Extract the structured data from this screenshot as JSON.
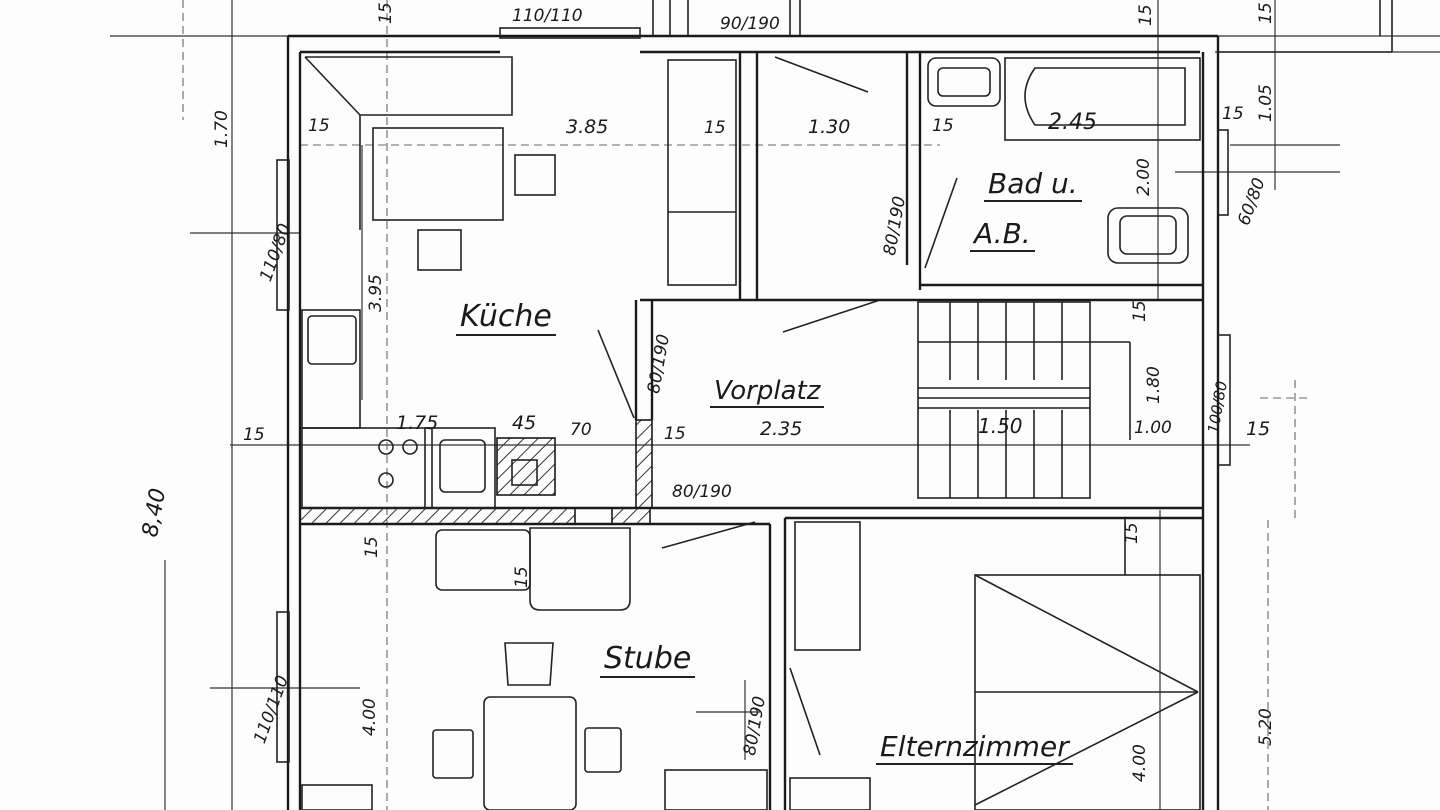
{
  "plan": {
    "rooms": {
      "kueche": "Küche",
      "vorplatz": "Vorplatz",
      "bad_line1": "Bad u.",
      "bad_line2": "A.B.",
      "stube": "Stube",
      "elternzimmer": "Elternzimmer"
    },
    "dimensions": {
      "top_15_a": "15",
      "top_window_110": "110/110",
      "top_door_90": "90/190",
      "top_15_b": "15",
      "top_15_c": "15",
      "left_170": "1.70",
      "left_window_110_80": "110/80",
      "left_15_kitchen": "15",
      "kitchen_width": "3.85",
      "kitchen_15_right": "15",
      "kitchen_height": "3.95",
      "wc_width": "1.30",
      "bad_15_left": "15",
      "bad_width": "2.45",
      "bad_15_right": "15",
      "right_105": "1.05",
      "bad_height": "2.00",
      "bad_window": "60/80",
      "bad_door": "80/190",
      "kitchen_door": "80/190",
      "stair_15": "15",
      "stair_height": "1.80",
      "left_15_mid": "15",
      "counter_175": "1.75",
      "counter_45": "45",
      "counter_70": "70",
      "vorplatz_15": "15",
      "vorplatz_width": "2.35",
      "stair_width": "1.50",
      "landing_width": "1.00",
      "right_window_100_80": "100/80",
      "right_15": "15",
      "stube_door": "80/190",
      "total_height": "8,40",
      "stube_15_a": "15",
      "stube_15_b": "15",
      "eltern_15": "15",
      "stube_window": "110/110",
      "stube_height": "4.00",
      "eltern_door": "80/190",
      "eltern_height": "4.00",
      "right_520": "5.20"
    }
  }
}
